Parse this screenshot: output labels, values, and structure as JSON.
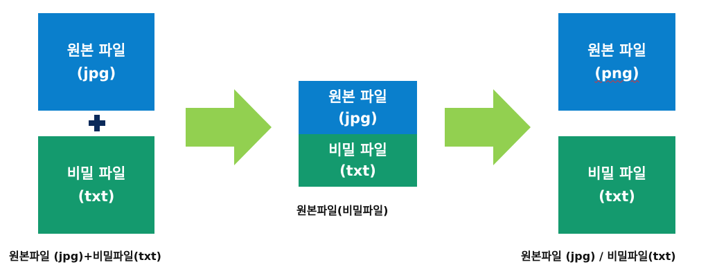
{
  "colors": {
    "original_block": "#0a7fcc",
    "secret_block": "#149a6e",
    "arrow": "#92d050",
    "plus": "#0b2a5a"
  },
  "left": {
    "original": {
      "line1": "원본 파일",
      "line2": "(jpg)"
    },
    "secret": {
      "line1": "비밀 파일",
      "line2": "(txt)"
    },
    "caption": "원본파일 (jpg)+비밀파일(txt)"
  },
  "middle": {
    "original": {
      "line1": "원본 파일",
      "line2": "(jpg)"
    },
    "secret": {
      "line1": "비밀 파일",
      "line2": "(txt)"
    },
    "caption": "원본파일(비밀파일)"
  },
  "right": {
    "original": {
      "line1": "원본 파일",
      "line2": "(png)"
    },
    "secret": {
      "line1": "비밀 파일",
      "line2": "(txt)"
    },
    "caption": "원본파일 (jpg) / 비밀파일(txt)"
  },
  "icons": {
    "plus": "plus-icon",
    "arrow": "arrow-right-icon"
  }
}
